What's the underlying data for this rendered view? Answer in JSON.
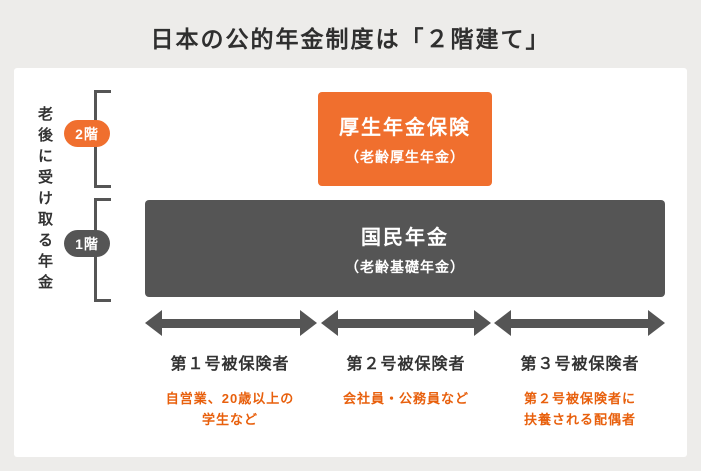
{
  "title": "日本の公的年金制度は「２階建て」",
  "side_label": "老後に受け取る年金",
  "floors": [
    {
      "badge": "2階",
      "box_title": "厚生年金保険",
      "box_subtitle": "（老齢厚生年金）"
    },
    {
      "badge": "1階",
      "box_title": "国民年金",
      "box_subtitle": "（老齢基礎年金）"
    }
  ],
  "categories": [
    {
      "label": "第１号被保険者",
      "description": "自営業、20歳以上の\n学生など"
    },
    {
      "label": "第２号被保険者",
      "description": "会社員・公務員など"
    },
    {
      "label": "第３号被保険者",
      "description": "第２号被保険者に\n扶養される配偶者"
    }
  ],
  "colors": {
    "orange": "#f06f2e",
    "dark_gray": "#555555",
    "accent_text_orange": "#e8600d",
    "background": "#edecea"
  }
}
